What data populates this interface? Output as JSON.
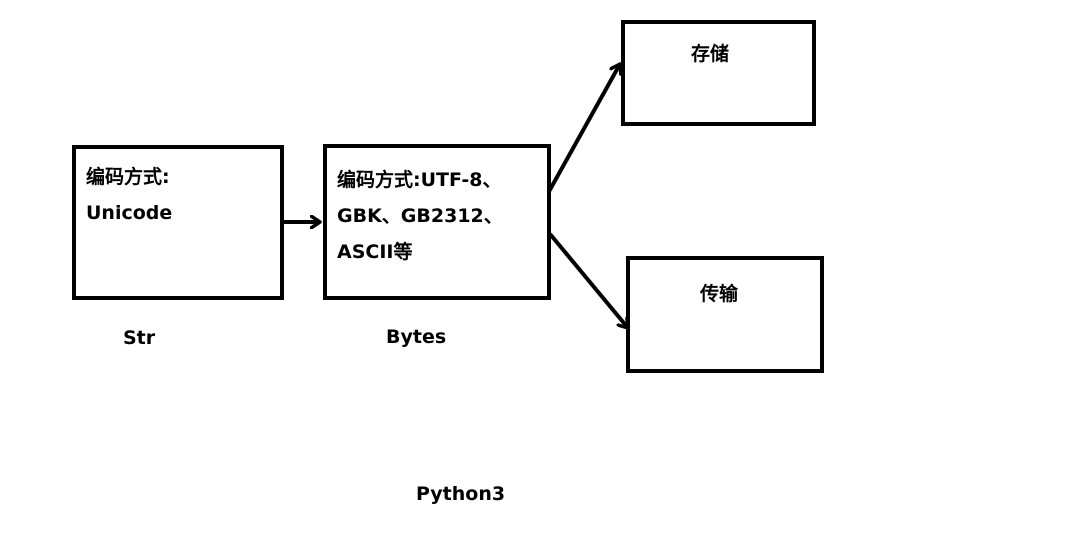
{
  "boxes": {
    "str": {
      "line1": "编码方式:",
      "line2": "Unicode"
    },
    "bytes": {
      "line1": "编码方式:UTF-8、",
      "line2": "GBK、GB2312、",
      "line3": "ASCII等"
    },
    "storage": {
      "label": "存储"
    },
    "transfer": {
      "label": "传输"
    }
  },
  "labels": {
    "str": "Str",
    "bytes": "Bytes",
    "footer": "Python3"
  },
  "colors": {
    "stroke": "#000000",
    "background": "#ffffff"
  }
}
